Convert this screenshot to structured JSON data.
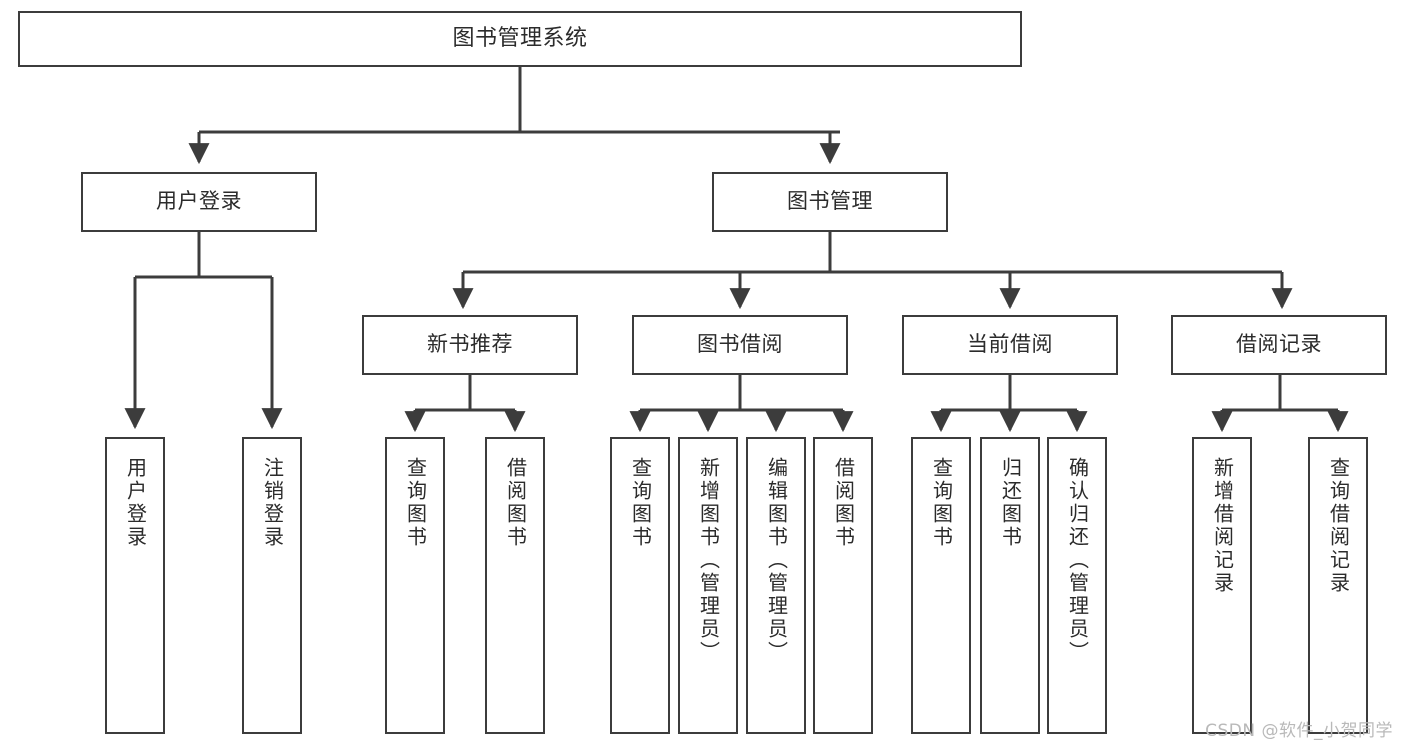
{
  "diagram": {
    "type": "tree-hierarchy-chart",
    "title": "图书管理系统",
    "stroke_color": "#3c3c3c",
    "background_color": "#ffffff",
    "text_color": "#2b2b2b",
    "root": {
      "id": "root",
      "label": "图书管理系统"
    },
    "level2": [
      {
        "id": "user-login",
        "label": "用户登录"
      },
      {
        "id": "book-management",
        "label": "图书管理"
      }
    ],
    "level3": [
      {
        "id": "new-book-recommend",
        "label": "新书推荐"
      },
      {
        "id": "book-borrow",
        "label": "图书借阅"
      },
      {
        "id": "current-borrow",
        "label": "当前借阅"
      },
      {
        "id": "borrow-record",
        "label": "借阅记录"
      }
    ],
    "leaves": {
      "user_login": [
        {
          "id": "leaf-user-login",
          "label": "用户登录"
        },
        {
          "id": "leaf-logout-login",
          "label": "注销登录"
        }
      ],
      "new_book_recommend": [
        {
          "id": "leaf-query-book-1",
          "label": "查询图书"
        },
        {
          "id": "leaf-borrow-book-1",
          "label": "借阅图书"
        }
      ],
      "book_borrow": [
        {
          "id": "leaf-query-book-2",
          "label": "查询图书"
        },
        {
          "id": "leaf-add-book",
          "label": "新增图书（管理员）"
        },
        {
          "id": "leaf-edit-book",
          "label": "编辑图书（管理员）"
        },
        {
          "id": "leaf-borrow-book-2",
          "label": "借阅图书"
        }
      ],
      "current_borrow": [
        {
          "id": "leaf-query-book-3",
          "label": "查询图书"
        },
        {
          "id": "leaf-return-book",
          "label": "归还图书"
        },
        {
          "id": "leaf-confirm-return",
          "label": "确认归还（管理员）"
        }
      ],
      "borrow_record": [
        {
          "id": "leaf-add-record",
          "label": "新增借阅记录"
        },
        {
          "id": "leaf-query-record",
          "label": "查询借阅记录"
        }
      ]
    },
    "watermark": "CSDN @软件_小贺同学"
  }
}
